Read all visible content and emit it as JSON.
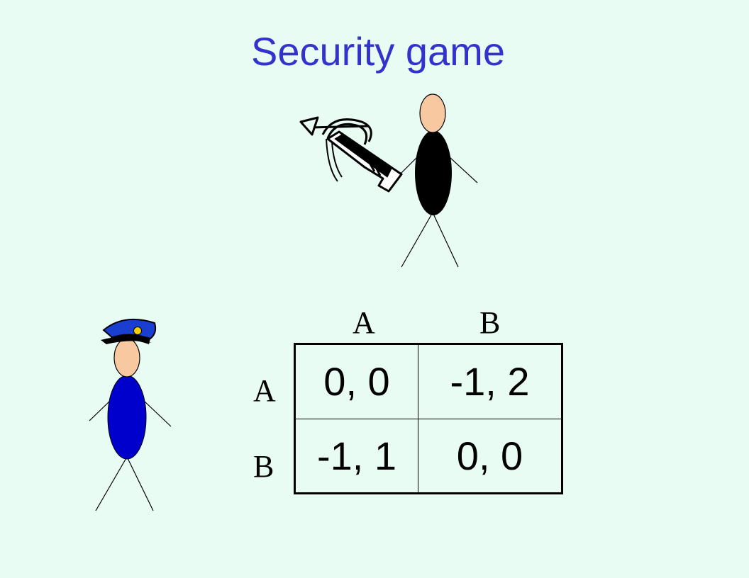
{
  "title": "Security game",
  "column_player": {
    "strategies": [
      "A",
      "B"
    ]
  },
  "row_player": {
    "strategies": [
      "A",
      "B"
    ]
  },
  "payoff_matrix": [
    [
      "0, 0",
      "-1, 2"
    ],
    [
      "-1, 1",
      "0, 0"
    ]
  ],
  "colors": {
    "background": "#e8fcf4",
    "title": "#3333cc",
    "attacker_body": "#000000",
    "guard_body": "#0000cc",
    "skin": "#f8c8a0"
  },
  "icons": [
    "attacker-figure",
    "crossbow-icon",
    "guard-figure",
    "police-cap-icon"
  ]
}
